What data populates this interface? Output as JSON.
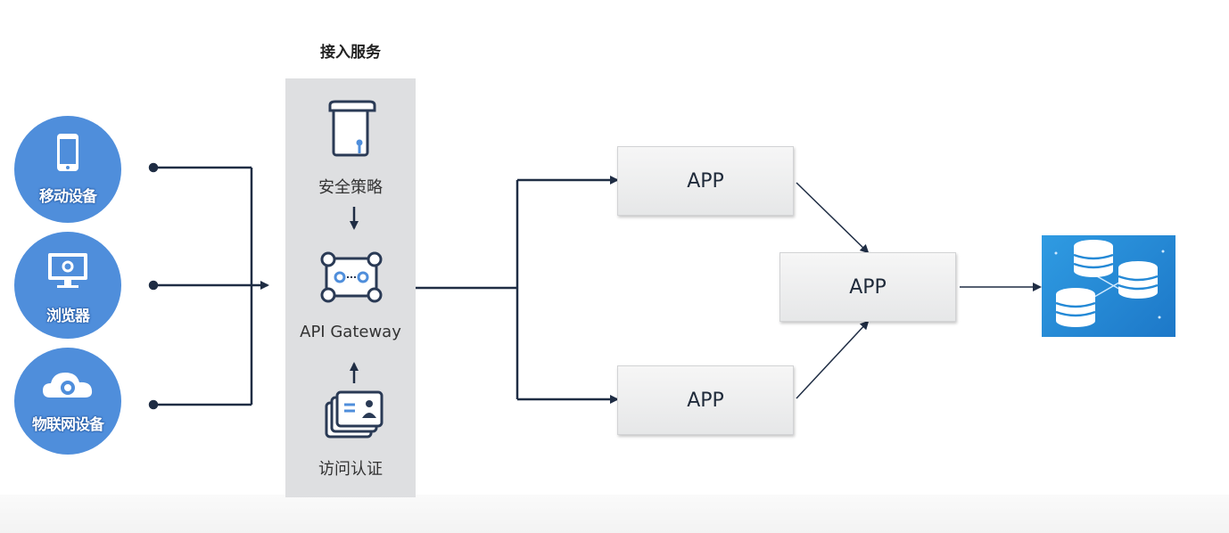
{
  "diagram": {
    "group_title": "接入服务",
    "clients": [
      {
        "label": "移动设备",
        "icon": "phone-icon"
      },
      {
        "label": "浏览器",
        "icon": "monitor-icon"
      },
      {
        "label": "物联网设备",
        "icon": "cloud-gear-icon"
      }
    ],
    "access_steps": {
      "security_policy": "安全策略",
      "api_gateway": "API Gateway",
      "access_auth": "访问认证"
    },
    "apps": [
      "APP",
      "APP",
      "APP"
    ],
    "database_icon": "database-cluster-icon",
    "colors": {
      "client_blue": "#4f8edb",
      "line": "#1f2d44",
      "panel_gray": "#dedfe1",
      "db_blue": "#2489d6"
    }
  }
}
